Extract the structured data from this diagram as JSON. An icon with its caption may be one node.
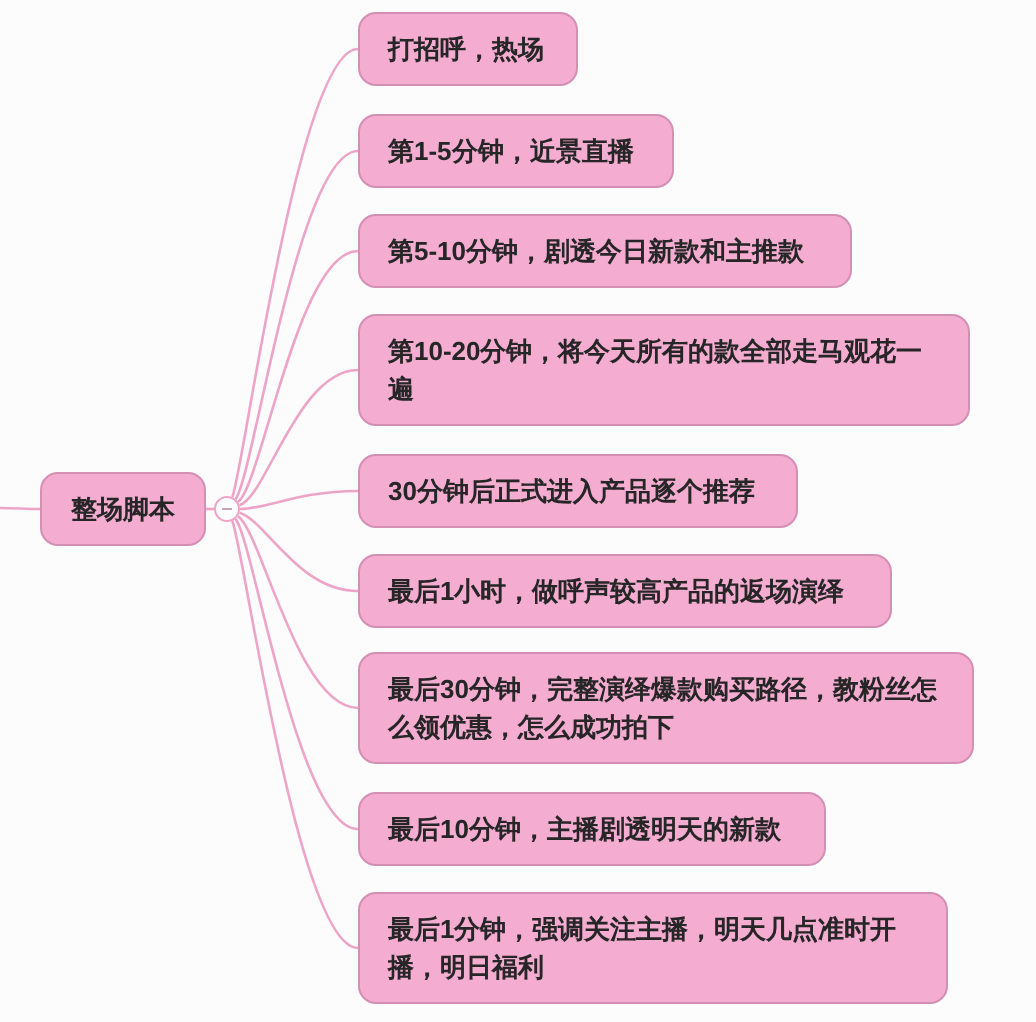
{
  "diagram": {
    "nodes": [
      {
        "text": [
          "整场脚本"
        ]
      },
      {
        "text": [],
        "shape": "circle"
      },
      {
        "text": [
          "打招呼，热场"
        ]
      },
      {
        "text": [
          "第1-5分钟，近景直播"
        ]
      },
      {
        "text": [
          "第5-10分钟，剧透今日新款和主推款"
        ]
      },
      {
        "text": [
          "第10-20分钟，将今天所有的款全部走马观花一遍"
        ]
      },
      {
        "text": [
          "30分钟后正式进入产品逐个推荐"
        ]
      },
      {
        "text": [
          "最后1小时，做呼声较高产品的返场演绎"
        ]
      },
      {
        "text": [
          "最后30分钟，完整演绎爆款购买路径，教粉丝怎么领优惠，怎么成功拍下"
        ]
      },
      {
        "text": [
          "最后10分钟，主播剧透明天的新款"
        ]
      },
      {
        "text": [
          "最后1分钟，强调关注主播，明天几点准时开播，明日福利"
        ]
      }
    ],
    "edges": [
      {
        "from": null,
        "to": 0,
        "arrow": "none"
      },
      {
        "from": 0,
        "to": 1,
        "arrow": "none"
      },
      {
        "from": 1,
        "to": 2,
        "arrow": "none"
      },
      {
        "from": 1,
        "to": 3,
        "arrow": "none"
      },
      {
        "from": 1,
        "to": 4,
        "arrow": "none"
      },
      {
        "from": 1,
        "to": 5,
        "arrow": "none"
      },
      {
        "from": 1,
        "to": 6,
        "arrow": "none"
      },
      {
        "from": 1,
        "to": 7,
        "arrow": "none"
      },
      {
        "from": 1,
        "to": 8,
        "arrow": "none"
      },
      {
        "from": 1,
        "to": 9,
        "arrow": "none"
      },
      {
        "from": 1,
        "to": 10,
        "arrow": "none"
      }
    ]
  }
}
